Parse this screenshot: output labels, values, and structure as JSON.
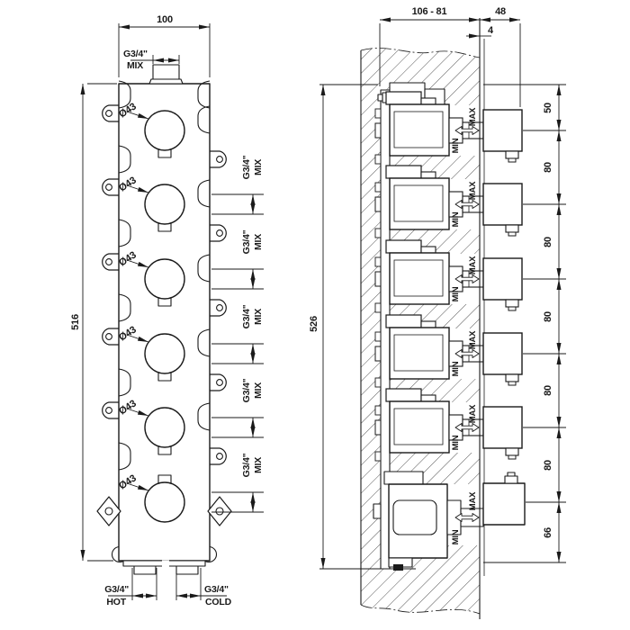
{
  "drawing": {
    "front_view": {
      "width_mm": "100",
      "height_mm": "516",
      "knob_diameter": "Ø43",
      "top_port": {
        "thread": "G3/4\"",
        "type": "MIX"
      },
      "side_port": {
        "thread": "G3/4\"",
        "type": "MIX"
      },
      "hot_inlet": {
        "thread": "G3/4\"",
        "label": "HOT"
      },
      "cold_inlet": {
        "thread": "G3/4\"",
        "label": "COLD"
      }
    },
    "section_view": {
      "depth_range_mm": "106 - 81",
      "handle_depth_mm": "48",
      "plate_offset_mm": "4",
      "height_mm": "526",
      "spacing_chain_mm": [
        "50",
        "80",
        "80",
        "80",
        "80",
        "80",
        "66"
      ],
      "adjust_min": "MIN",
      "adjust_max": "MAX"
    },
    "colors": {
      "line": "#1a1a1a",
      "background": "#ffffff"
    }
  }
}
